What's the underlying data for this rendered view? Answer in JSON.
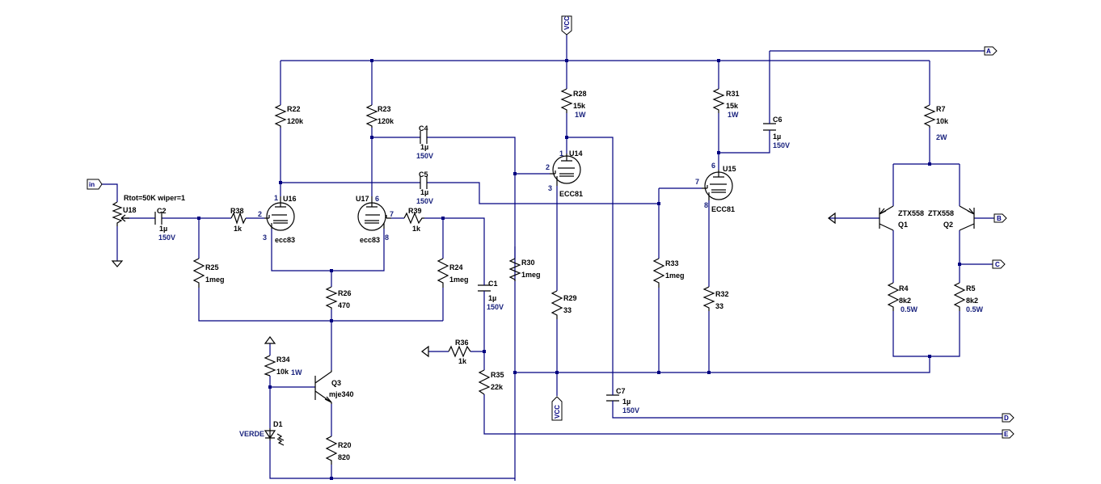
{
  "schematic": {
    "flags": {
      "vcc": "VCC",
      "a": "A",
      "b": "B",
      "c": "C",
      "d": "D",
      "e": "E",
      "in": "in"
    },
    "resistors": {
      "r22": {
        "name": "R22",
        "value": "120k"
      },
      "r23": {
        "name": "R23",
        "value": "120k"
      },
      "r28": {
        "name": "R28",
        "value": "15k",
        "rating": "1W"
      },
      "r31": {
        "name": "R31",
        "value": "15k",
        "rating": "1W"
      },
      "r7": {
        "name": "R7",
        "value": "10k",
        "rating": "2W"
      },
      "r38": {
        "name": "R38",
        "value": "1k"
      },
      "r39": {
        "name": "R39",
        "value": "1k"
      },
      "r25": {
        "name": "R25",
        "value": "1meg"
      },
      "r24": {
        "name": "R24",
        "value": "1meg"
      },
      "r26": {
        "name": "R26",
        "value": "470"
      },
      "r30": {
        "name": "R30",
        "value": "1meg"
      },
      "r33": {
        "name": "R33",
        "value": "1meg"
      },
      "r29": {
        "name": "R29",
        "value": "33"
      },
      "r32": {
        "name": "R32",
        "value": "33"
      },
      "r34": {
        "name": "R34",
        "value": "10k",
        "rating": "1W"
      },
      "r36": {
        "name": "R36",
        "value": "1k"
      },
      "r35": {
        "name": "R35",
        "value": "22k"
      },
      "r20": {
        "name": "R20",
        "value": "820"
      },
      "r4": {
        "name": "R4",
        "value": "8k2",
        "rating": "0.5W"
      },
      "r5": {
        "name": "R5",
        "value": "8k2",
        "rating": "0.5W"
      }
    },
    "capacitors": {
      "c2": {
        "name": "C2",
        "value": "1µ",
        "rating": "150V"
      },
      "c4": {
        "name": "C4",
        "value": "1µ",
        "rating": "150V"
      },
      "c5": {
        "name": "C5",
        "value": "1µ",
        "rating": "150V"
      },
      "c6": {
        "name": "C6",
        "value": "1µ",
        "rating": "150V"
      },
      "c1": {
        "name": "C1",
        "value": "1µ",
        "rating": "150V"
      },
      "c7": {
        "name": "C7",
        "value": "1µ",
        "rating": "150V"
      }
    },
    "tubes": {
      "u16": {
        "name": "U16",
        "model": "ecc83",
        "pins": [
          "1",
          "2",
          "3"
        ]
      },
      "u17": {
        "name": "U17",
        "model": "ecc83",
        "pins": [
          "6",
          "7",
          "8"
        ]
      },
      "u14": {
        "name": "U14",
        "model": "ECC81",
        "pins": [
          "1",
          "2",
          "3"
        ]
      },
      "u15": {
        "name": "U15",
        "model": "ECC81",
        "pins": [
          "6",
          "7",
          "8"
        ]
      }
    },
    "pot": {
      "name": "U18",
      "param": "Rtot=50K wiper=1"
    },
    "transistors": {
      "q3": {
        "name": "Q3",
        "model": "mje340"
      },
      "q1": {
        "name": "Q1",
        "model": "ZTX558"
      },
      "q2": {
        "name": "Q2",
        "model": "ZTX558"
      }
    },
    "diode": {
      "name": "D1",
      "model": "VERDE"
    },
    "colors": {
      "wire": "#000080",
      "component": "#000000",
      "rating_text": "#1a237e"
    }
  }
}
